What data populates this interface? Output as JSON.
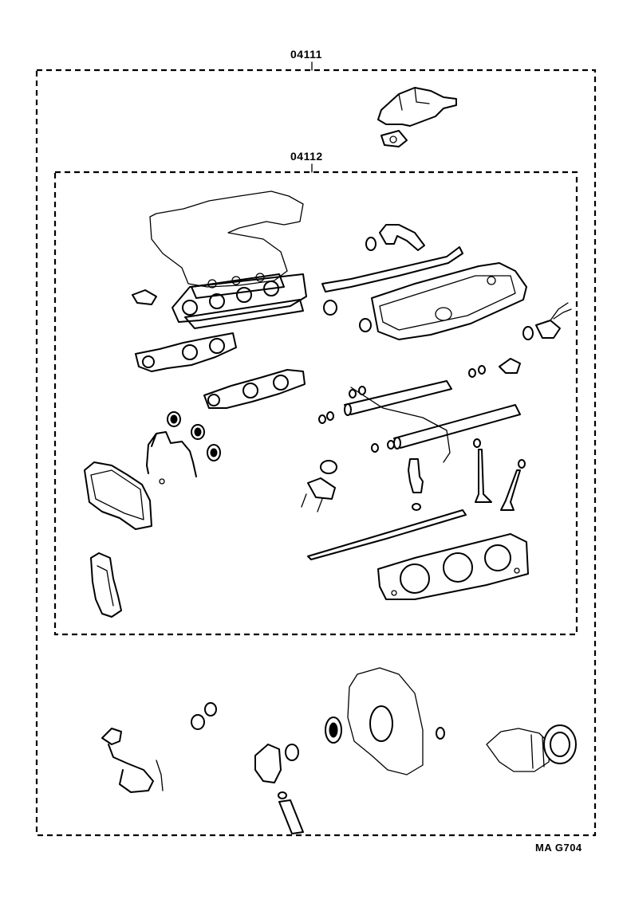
{
  "diagram": {
    "outer_kit_label": "04111",
    "inner_kit_label": "04112",
    "figure_code": "MA G704"
  },
  "colors": {
    "ink": "#000000",
    "paper": "#ffffff"
  }
}
